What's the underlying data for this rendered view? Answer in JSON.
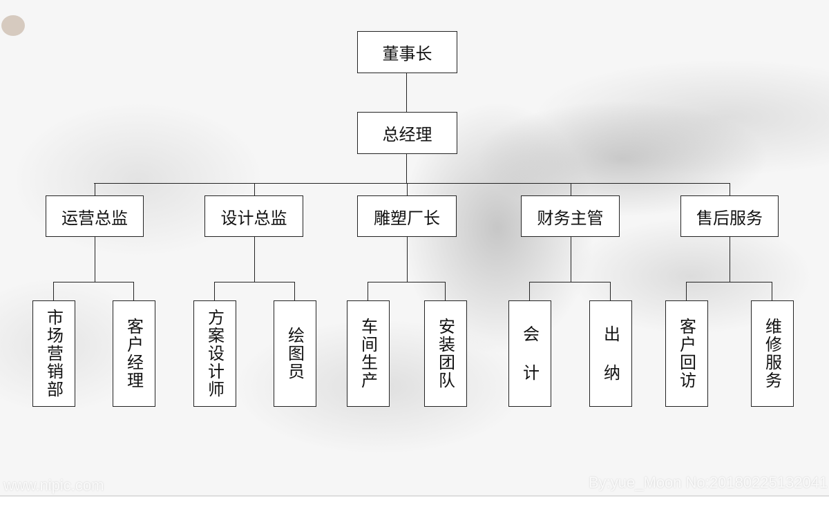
{
  "chart": {
    "root": "董事长",
    "gm": "总经理",
    "departments": [
      {
        "label": "运营总监",
        "children": [
          "市场营销部",
          "客户经理"
        ]
      },
      {
        "label": "设计总监",
        "children": [
          "方案设计师",
          "绘图员"
        ]
      },
      {
        "label": "雕塑厂长",
        "children": [
          "车间生产",
          "安装团队"
        ]
      },
      {
        "label": "财务主管",
        "children": [
          "会  计",
          "出  纳"
        ]
      },
      {
        "label": "售后服务",
        "children": [
          "客户回访",
          "维修服务"
        ]
      }
    ]
  },
  "watermark": {
    "left": "www.nipic.com",
    "right": "By:yue_Moon No:20180225132041"
  }
}
